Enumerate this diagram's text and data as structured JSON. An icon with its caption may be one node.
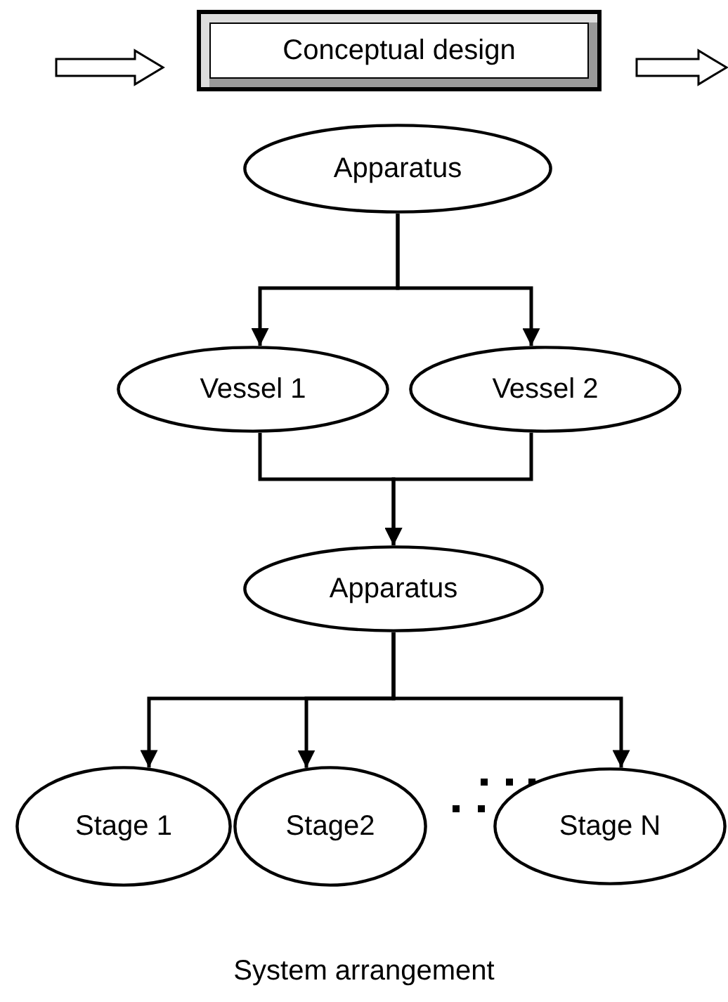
{
  "diagram": {
    "caption": "System arrangement",
    "nodes": [
      {
        "text": [
          "Conceptual design"
        ]
      },
      {
        "text": [
          "Apparatus"
        ]
      },
      {
        "text": [
          "Vessel 1"
        ]
      },
      {
        "text": [
          "Vessel 2"
        ]
      },
      {
        "text": [
          "Apparatus"
        ]
      },
      {
        "text": [
          "Stage 1"
        ]
      },
      {
        "text": [
          "Stage2"
        ]
      },
      {
        "text": [
          "Stage N"
        ]
      }
    ],
    "edges": [
      {
        "from": null,
        "to": 0,
        "arrow": "to",
        "style": "thick"
      },
      {
        "from": 0,
        "to": null,
        "arrow": "to",
        "style": "thick"
      },
      {
        "from": 1,
        "to": 2,
        "arrow": "to"
      },
      {
        "from": 1,
        "to": 3,
        "arrow": "to"
      },
      {
        "from": 2,
        "to": 4,
        "arrow": "to"
      },
      {
        "from": 3,
        "to": 4,
        "arrow": "to"
      },
      {
        "from": 4,
        "to": 5,
        "arrow": "to"
      },
      {
        "from": 4,
        "to": 6,
        "arrow": "to"
      },
      {
        "from": 4,
        "to": 7,
        "arrow": "to"
      }
    ]
  }
}
